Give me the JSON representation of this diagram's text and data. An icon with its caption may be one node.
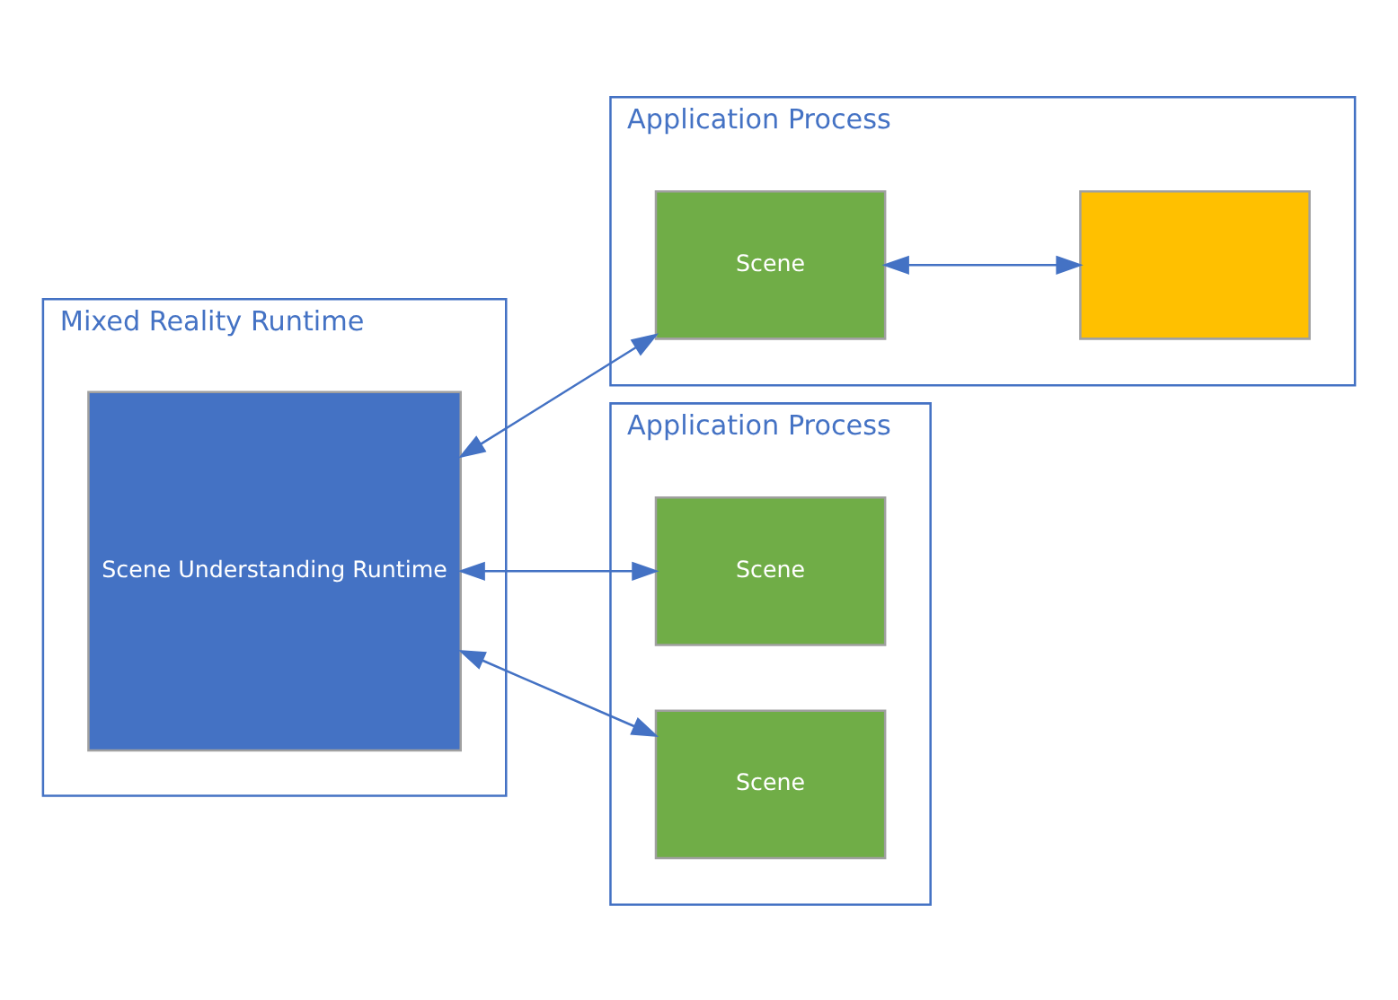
{
  "diagram": {
    "nodes": [
      {
        "text": [
          "Mixed Reality Runtime"
        ]
      },
      {
        "text": [
          "Scene Understanding Runtime"
        ],
        "in": 0
      },
      {
        "text": [
          "Application Process"
        ]
      },
      {
        "text": [
          "Scene"
        ],
        "in": 2
      },
      {
        "text": [],
        "shape": "box",
        "in": 2
      },
      {
        "text": [
          "Application Process"
        ]
      },
      {
        "text": [
          "Scene"
        ],
        "in": 5
      },
      {
        "text": [
          "Scene"
        ],
        "in": 5
      }
    ],
    "edges": [
      {
        "from": 1,
        "to": 3,
        "arrow": "both"
      },
      {
        "from": 3,
        "to": 4,
        "arrow": "both"
      },
      {
        "from": 1,
        "to": 6,
        "arrow": "both"
      },
      {
        "from": 1,
        "to": 7,
        "arrow": "both"
      }
    ]
  }
}
